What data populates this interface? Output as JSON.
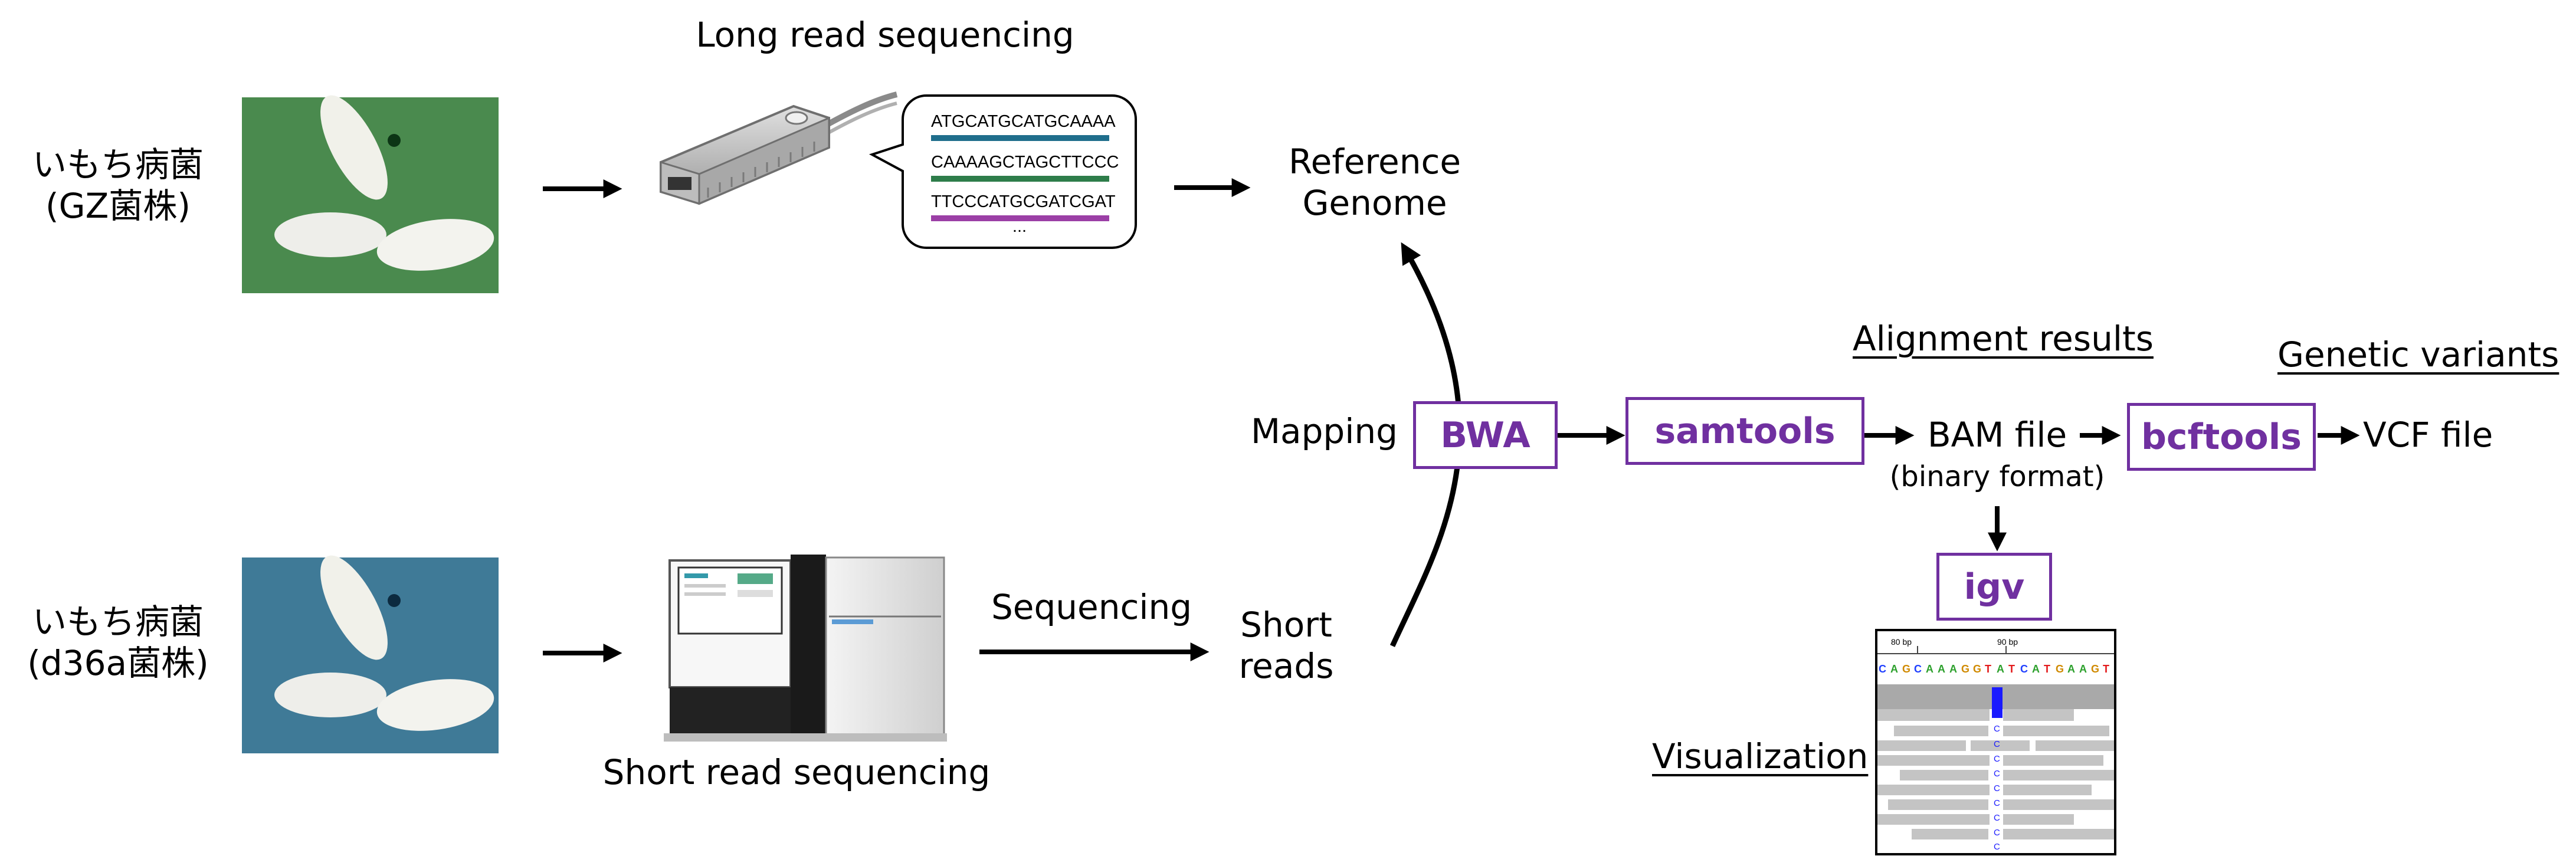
{
  "strains": {
    "top": {
      "line1": "いもち病菌",
      "line2": "(GZ菌株)",
      "plate_color": "#4a8a4e"
    },
    "bottom": {
      "line1": "いもち病菌",
      "line2": "(d36a菌株)",
      "plate_color": "#3f7a97"
    }
  },
  "long_read": {
    "title": "Long read sequencing",
    "reads": [
      "ATGCATGCATGCAAAA",
      "CAAAAGCTAGCTTCCC",
      "TTCCCATGCGATCGAT"
    ],
    "ellipsis": "...",
    "read_colors": [
      "#1f6e8c",
      "#2e7d4a",
      "#9b3fa6"
    ]
  },
  "reference": {
    "line1": "Reference",
    "line2": "Genome"
  },
  "short_read": {
    "caption": "Short read sequencing",
    "arrow_label": "Sequencing",
    "reads_line1": "Short",
    "reads_line2": "reads"
  },
  "pipeline": {
    "mapping_label": "Mapping",
    "bwa": "BWA",
    "samtools": "samtools",
    "bam_label": "BAM file",
    "bam_sub": "(binary format)",
    "bcftools": "bcftools",
    "vcf_label": "VCF file",
    "igv": "igv",
    "alignment_heading": "Alignment results",
    "variants_heading": "Genetic variants",
    "visualization_label": "Visualization",
    "tool_color": "#7030a0"
  },
  "igv_view": {
    "ruler_left": "80 bp",
    "ruler_right": "90 bp",
    "sequence": "CAGCAAAGGTATCATGAAGT",
    "variant_base": "C",
    "variant_color": "#1a1aff"
  }
}
